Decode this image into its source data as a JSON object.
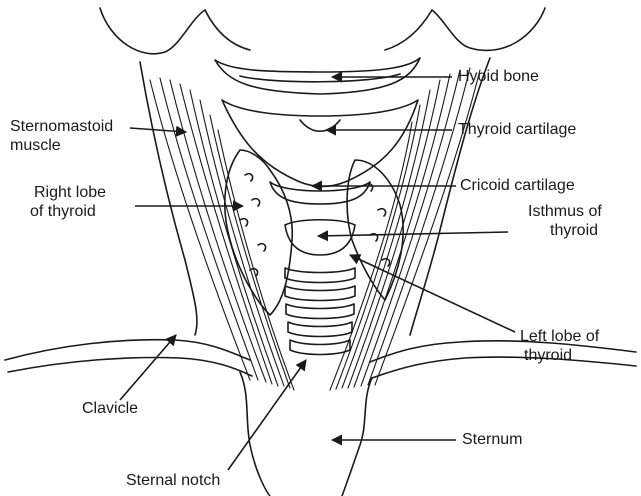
{
  "diagram": {
    "labels": {
      "hyoid_bone": "Hyoid bone",
      "sternomastoid_line1": "Sternomastoid",
      "sternomastoid_line2": "muscle",
      "thyroid_cartilage": "Thyroid cartilage",
      "right_lobe_line1": "Right lobe",
      "right_lobe_line2": "of thyroid",
      "cricoid_cartilage": "Cricoid cartilage",
      "isthmus_line1": "Isthmus of",
      "isthmus_line2": "thyroid",
      "left_lobe_line1": "Left lobe of",
      "left_lobe_line2": "thyroid",
      "clavicle": "Clavicle",
      "sternum": "Sternum",
      "sternal_notch": "Sternal notch"
    },
    "colors": {
      "ink": "#1a1a1a",
      "background": "#ffffff"
    }
  }
}
